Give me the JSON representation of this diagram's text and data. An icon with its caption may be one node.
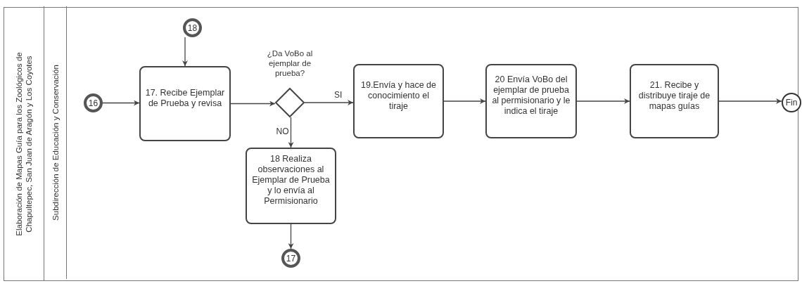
{
  "diagram": {
    "nodes": [
      {
        "text": [
          "Elaboración de Mapas Guía para los Zoológicos de Chapultepec, San Juan de Aragón y Los Coyotes"
        ]
      },
      {
        "text": [
          "Subdirección de Educación y Conservación"
        ],
        "in": 0
      },
      {
        "text": [
          "18"
        ],
        "in": 1
      },
      {
        "text": [
          "16"
        ],
        "in": 1
      },
      {
        "text": [
          "17. Recibe Ejemplar de Prueba y revisa"
        ],
        "in": 1
      },
      {
        "text": [
          "¿Da VoBo al ejemplar de prueba?"
        ],
        "in": 1
      },
      {
        "text": [
          "18  Realiza observaciones al Ejemplar de Prueba y lo envía al Permisionario"
        ],
        "in": 1
      },
      {
        "text": [
          "17"
        ],
        "in": 1
      },
      {
        "text": [
          "19.Envía y hace de conocimiento el tiraje"
        ],
        "in": 1
      },
      {
        "text": [
          "20  Envía VoBo del ejemplar de prueba al permisionario y le indica el tiraje"
        ],
        "in": 1
      },
      {
        "text": [
          "21. Recibe y distribuye tiraje de mapas guías"
        ],
        "in": 1
      },
      {
        "text": [
          "Fin"
        ],
        "in": 1
      }
    ],
    "edges": [
      {
        "from": 3,
        "to": 4,
        "arrow": "to"
      },
      {
        "from": 2,
        "to": 4,
        "arrow": "to"
      },
      {
        "from": 4,
        "to": 5,
        "arrow": "to"
      },
      {
        "from": 5,
        "to": 8,
        "arrow": "to",
        "label": "SI"
      },
      {
        "from": 5,
        "to": 6,
        "arrow": "to",
        "label": "NO"
      },
      {
        "from": 6,
        "to": 7,
        "arrow": "to"
      },
      {
        "from": 8,
        "to": 9,
        "arrow": "to"
      },
      {
        "from": 9,
        "to": 10,
        "arrow": "to"
      },
      {
        "from": 10,
        "to": 11,
        "arrow": "to"
      }
    ]
  }
}
